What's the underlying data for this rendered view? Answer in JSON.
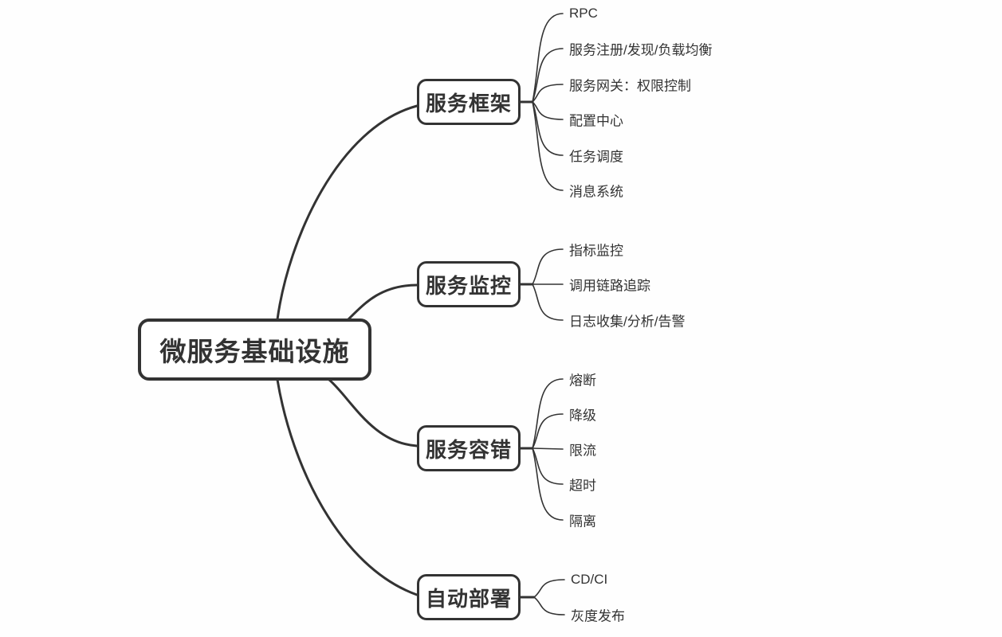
{
  "page": {
    "background_color": "#fefefe",
    "stroke_color": "#333333",
    "text_color": "#333333"
  },
  "root": {
    "label": "微服务基础设施"
  },
  "branches": [
    {
      "label": "服务框架",
      "children": [
        "RPC",
        "服务注册/发现/负载均衡",
        "服务网关：权限控制",
        "配置中心",
        "任务调度",
        "消息系统"
      ]
    },
    {
      "label": "服务监控",
      "children": [
        "指标监控",
        "调用链路追踪",
        "日志收集/分析/告警"
      ]
    },
    {
      "label": "服务容错",
      "children": [
        "熔断",
        "降级",
        "限流",
        "超时",
        "隔离"
      ]
    },
    {
      "label": "自动部署",
      "children": [
        "CD/CI",
        "灰度发布"
      ]
    }
  ]
}
